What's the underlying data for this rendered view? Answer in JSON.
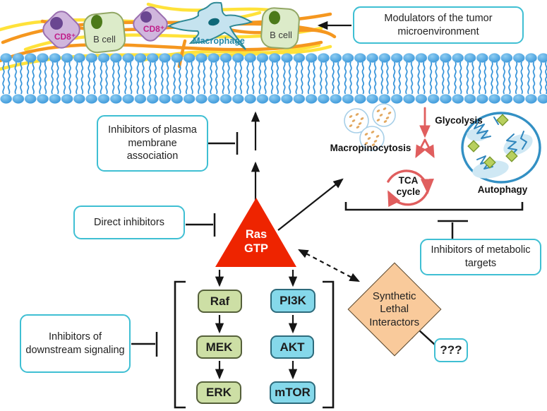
{
  "colors": {
    "accent_cyan": "#3fbfd3",
    "ras_red": "#ee2400",
    "green_node_fill": "#cddfa5",
    "blue_node_fill": "#85d8ea",
    "diamond_fill": "#f9ca9b",
    "membrane_blue": "#46a5e6",
    "metabolic_arrow_red": "#e05e5e",
    "fiber_orange": "#f5971f",
    "fiber_yellow": "#ffe23a",
    "cd8_cell_fill": "#d0b6dd",
    "b_cell_fill": "#dcebc9",
    "macrophage_fill": "#c5e3ef",
    "autophagy_blue": "#3390c4"
  },
  "cells": {
    "cd8_1": "CD8⁺",
    "cd8_2": "CD8⁺",
    "bcell_1": "B cell",
    "bcell_2": "B cell",
    "macrophage": "Macrophage"
  },
  "boxes": {
    "modulators": "Modulators of the tumor microenvironment",
    "plasma_membrane": "Inhibitors of plasma membrane association",
    "direct": "Direct inhibitors",
    "metabolic": "Inhibitors of metabolic targets",
    "downstream": "Inhibitors of downstream signaling",
    "unknown": "???"
  },
  "ras": {
    "line1": "Ras",
    "line2": "GTP"
  },
  "metabolism": {
    "macropinocytosis": "Macropinocytosis",
    "glycolysis": "Glycolysis",
    "tca": "TCA cycle",
    "autophagy": "Autophagy"
  },
  "pathways": {
    "left": [
      "Raf",
      "MEK",
      "ERK"
    ],
    "right": [
      "PI3K",
      "AKT",
      "mTOR"
    ]
  },
  "diamond": {
    "label": "Synthetic Lethal Interactors"
  }
}
